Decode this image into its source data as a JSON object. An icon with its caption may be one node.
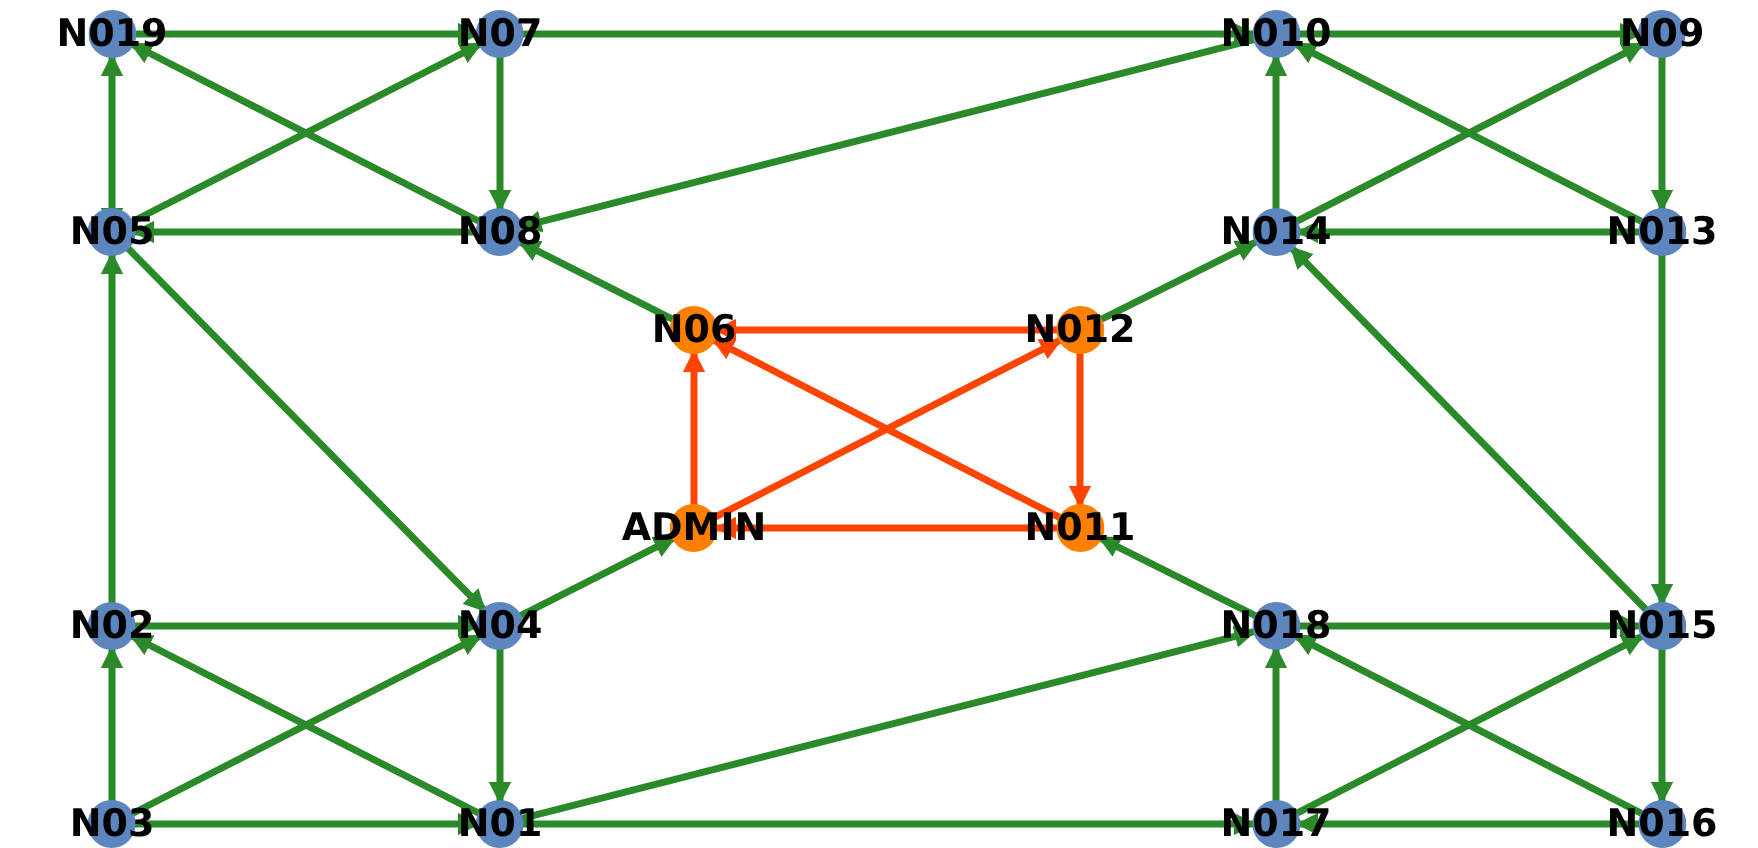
{
  "diagram": {
    "nodes": [
      {
        "text": [
          "N019"
        ]
      },
      {
        "text": [
          "N07"
        ]
      },
      {
        "text": [
          "N010"
        ]
      },
      {
        "text": [
          "N09"
        ]
      },
      {
        "text": [
          "N05"
        ]
      },
      {
        "text": [
          "N08"
        ]
      },
      {
        "text": [
          "N014"
        ]
      },
      {
        "text": [
          "N013"
        ]
      },
      {
        "text": [
          "N06"
        ]
      },
      {
        "text": [
          "N012"
        ]
      },
      {
        "text": [
          "ADMIN"
        ]
      },
      {
        "text": [
          "N011"
        ]
      },
      {
        "text": [
          "N02"
        ]
      },
      {
        "text": [
          "N04"
        ]
      },
      {
        "text": [
          "N018"
        ]
      },
      {
        "text": [
          "N015"
        ]
      },
      {
        "text": [
          "N03"
        ]
      },
      {
        "text": [
          "N01"
        ]
      },
      {
        "text": [
          "N017"
        ]
      },
      {
        "text": [
          "N016"
        ]
      }
    ],
    "edges": [
      {
        "from": 0,
        "to": 1,
        "arrow": "to"
      },
      {
        "from": 4,
        "to": 0,
        "arrow": "both"
      },
      {
        "from": 5,
        "to": 0,
        "arrow": "to"
      },
      {
        "from": 4,
        "to": 1,
        "arrow": "to"
      },
      {
        "from": 1,
        "to": 5,
        "arrow": "to"
      },
      {
        "from": 5,
        "to": 4,
        "arrow": "to"
      },
      {
        "from": 1,
        "to": 2,
        "arrow": "to"
      },
      {
        "from": 2,
        "to": 5,
        "arrow": "to"
      },
      {
        "from": 8,
        "to": 5,
        "arrow": "to"
      },
      {
        "from": 12,
        "to": 4,
        "arrow": "to"
      },
      {
        "from": 4,
        "to": 13,
        "arrow": "to"
      },
      {
        "from": 12,
        "to": 13,
        "arrow": "to"
      },
      {
        "from": 16,
        "to": 12,
        "arrow": "to"
      },
      {
        "from": 16,
        "to": 13,
        "arrow": "to"
      },
      {
        "from": 17,
        "to": 12,
        "arrow": "to"
      },
      {
        "from": 13,
        "to": 17,
        "arrow": "to"
      },
      {
        "from": 16,
        "to": 17,
        "arrow": "to"
      },
      {
        "from": 17,
        "to": 14,
        "arrow": "to"
      },
      {
        "from": 17,
        "to": 18,
        "arrow": "to"
      },
      {
        "from": 13,
        "to": 10,
        "arrow": "to"
      },
      {
        "from": 9,
        "to": 8,
        "arrow": "to",
        "color": "#ff4500"
      },
      {
        "from": 10,
        "to": 8,
        "arrow": "to",
        "color": "#ff4500"
      },
      {
        "from": 10,
        "to": 9,
        "arrow": "to",
        "color": "#ff4500"
      },
      {
        "from": 11,
        "to": 8,
        "arrow": "to",
        "color": "#ff4500"
      },
      {
        "from": 9,
        "to": 11,
        "arrow": "to",
        "color": "#ff4500"
      },
      {
        "from": 11,
        "to": 10,
        "arrow": "to",
        "color": "#ff4500"
      },
      {
        "from": 9,
        "to": 6,
        "arrow": "to"
      },
      {
        "from": 14,
        "to": 11,
        "arrow": "to"
      },
      {
        "from": 6,
        "to": 2,
        "arrow": "to"
      },
      {
        "from": 7,
        "to": 2,
        "arrow": "to"
      },
      {
        "from": 6,
        "to": 3,
        "arrow": "to"
      },
      {
        "from": 3,
        "to": 7,
        "arrow": "to"
      },
      {
        "from": 7,
        "to": 6,
        "arrow": "to"
      },
      {
        "from": 2,
        "to": 3,
        "arrow": "to"
      },
      {
        "from": 15,
        "to": 6,
        "arrow": "to"
      },
      {
        "from": 7,
        "to": 15,
        "arrow": "to"
      },
      {
        "from": 14,
        "to": 15,
        "arrow": "to"
      },
      {
        "from": 18,
        "to": 14,
        "arrow": "to"
      },
      {
        "from": 18,
        "to": 15,
        "arrow": "to"
      },
      {
        "from": 19,
        "to": 14,
        "arrow": "to"
      },
      {
        "from": 15,
        "to": 19,
        "arrow": "to"
      },
      {
        "from": 19,
        "to": 18,
        "arrow": "to"
      }
    ]
  }
}
